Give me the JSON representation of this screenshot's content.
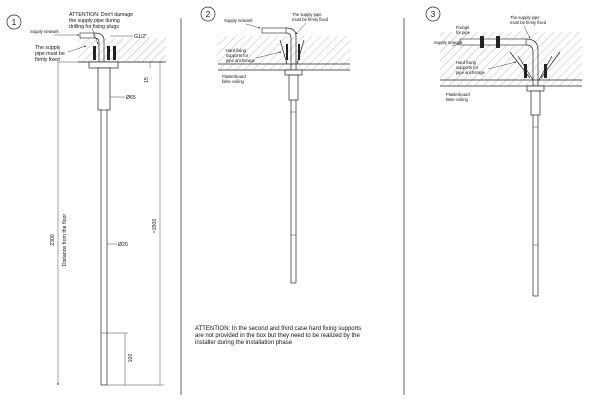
{
  "panel1": {
    "number": "1",
    "attention_l1": "ATTENTION: Don't damage",
    "attention_l2": "the supply pipe during",
    "attention_l3": "drilling for fixing plugs",
    "supply_network": "Supply network",
    "pipe_fixed_l1": "The supply",
    "pipe_fixed_l2": "pipe must be",
    "pipe_fixed_l3": "firmly fixed",
    "thread": "G1/2\"",
    "dim_15": "15",
    "dim_d65": "Ø65",
    "dim_2300": "2300",
    "floor_label": "Distance from the floor",
    "dim_1500": "≈1500",
    "dim_d20": "Ø20",
    "dim_100": "100"
  },
  "panel2": {
    "number": "2",
    "supply_network": "Supply network",
    "pipe_fixed_l1": "The supply pipe",
    "pipe_fixed_l2": "must be firmly fixed",
    "hard_l1": "Hard fixing",
    "hard_l2": "supports for",
    "hard_l3": "pipe anchorage",
    "plaster_l1": "Plasterboard",
    "plaster_l2": "false ceiling"
  },
  "panel3": {
    "number": "3",
    "fixings_l1": "Fixings",
    "fixings_l2": "for pipe",
    "pipe_fixed_l1": "The supply pipe",
    "pipe_fixed_l2": "must be firmly fixed",
    "supply_network": "Supply network",
    "hard_l1": "Hard fixing",
    "hard_l2": "supports for",
    "hard_l3": "pipe anchorage",
    "plaster_l1": "Plasterboard",
    "plaster_l2": "false ceiling"
  },
  "attention_note": {
    "line1": "ATTENTION: In the second and third case hard fixing supports",
    "line2": "are not provided in the box but they need to be realized by the",
    "line3": "installer during the installation phase"
  }
}
